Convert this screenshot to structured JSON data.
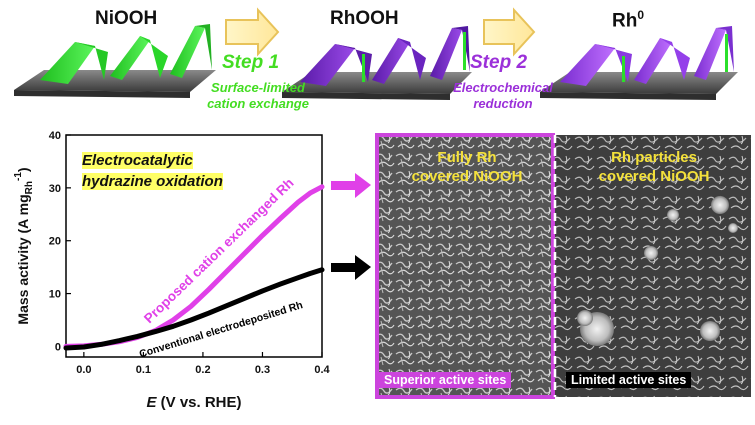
{
  "top_row": {
    "stages": [
      {
        "label": "NiOOH",
        "color": "#33dd33"
      },
      {
        "label": "RhOOH",
        "color": "#8a2be2"
      },
      {
        "label": "Rh",
        "superscript": "0",
        "color": "#a64ce8"
      }
    ],
    "steps": [
      {
        "label": "Step 1",
        "description_line1": "Surface-limited",
        "description_line2": "cation exchange",
        "color": "#44dd22"
      },
      {
        "label": "Step 2",
        "description_line1": "Electrochemical",
        "description_line2": "reduction",
        "color": "#9b30d9"
      }
    ]
  },
  "plot_annotation": {
    "line1": "Electrocatalytic",
    "line2": "hydrazine oxidation",
    "series_label_proposed": "Proposed cation exchanged Rh",
    "series_label_conventional": "Conventional electrodeposited Rh"
  },
  "sem_panels": {
    "left_title_line1": "Fully Rh",
    "left_title_line2": "covered NiOOH",
    "left_caption": "Superior active sites",
    "right_title_line1": "Rh particles",
    "right_title_line2": "covered NiOOH",
    "right_caption": "Limited active sites"
  },
  "chart_data": {
    "type": "line",
    "xlabel_italic": "E",
    "xlabel_rest": " (V vs. RHE)",
    "ylabel_main": "Mass activity (A mg",
    "ylabel_sub": "Rh",
    "ylabel_sup": "-1",
    "ylabel_close": ")",
    "xlim": [
      -0.03,
      0.4
    ],
    "ylim": [
      -2,
      40
    ],
    "xticks": [
      0.0,
      0.1,
      0.2,
      0.3,
      0.4
    ],
    "xtick_labels": [
      "0.0",
      "0.1",
      "0.2",
      "0.3",
      "0.4"
    ],
    "yticks": [
      0,
      10,
      20,
      30,
      40
    ],
    "ytick_labels": [
      "0",
      "10",
      "20",
      "30",
      "40"
    ],
    "series": [
      {
        "name": "Proposed cation exchanged Rh",
        "color": "#e040e8",
        "x": [
          -0.03,
          0.0,
          0.03,
          0.06,
          0.09,
          0.12,
          0.15,
          0.18,
          0.21,
          0.24,
          0.27,
          0.3,
          0.33,
          0.36,
          0.38,
          0.4
        ],
        "y": [
          0.0,
          0.1,
          0.4,
          0.9,
          1.7,
          3.0,
          5.0,
          7.6,
          10.8,
          14.2,
          17.6,
          21.0,
          24.2,
          27.3,
          29.0,
          30.2
        ]
      },
      {
        "name": "Conventional electrodeposited Rh",
        "color": "#000000",
        "x": [
          -0.03,
          0.0,
          0.03,
          0.06,
          0.09,
          0.12,
          0.15,
          0.18,
          0.21,
          0.24,
          0.27,
          0.3,
          0.33,
          0.36,
          0.38,
          0.4
        ],
        "y": [
          -0.3,
          -0.1,
          0.4,
          1.1,
          1.9,
          2.8,
          3.8,
          5.0,
          6.3,
          7.7,
          9.1,
          10.5,
          11.8,
          13.0,
          13.8,
          14.5
        ]
      }
    ]
  }
}
